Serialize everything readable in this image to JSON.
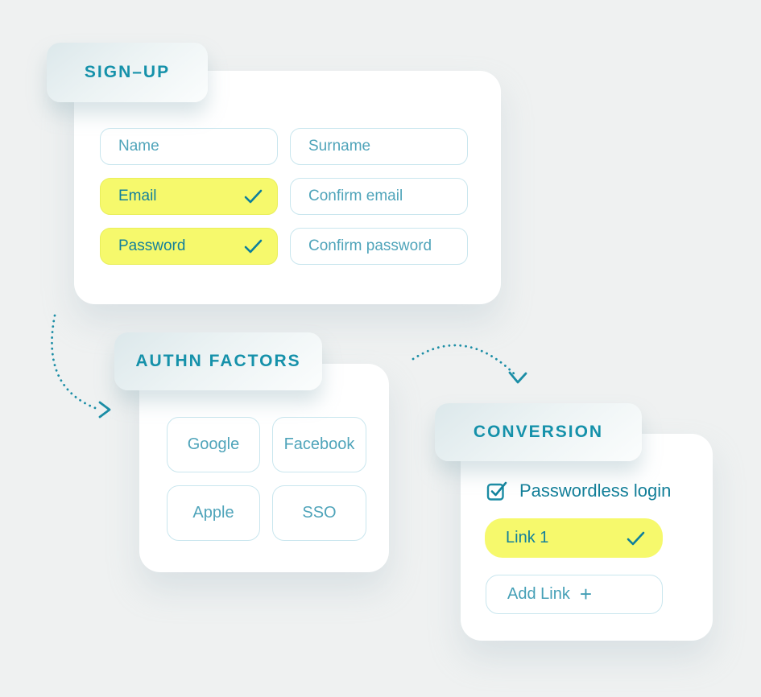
{
  "colors": {
    "accent_teal": "#1591AA",
    "text_teal_light": "#4FA4BA",
    "text_teal_dark": "#13809B",
    "highlight_yellow": "#F6F96C",
    "border_light_blue": "#C9E6EE",
    "background": "#EFF1F1",
    "card_white": "#FFFFFF"
  },
  "icons": {
    "checkmark": "✓",
    "plus": "+",
    "checkbox_checked": "☑"
  },
  "signup": {
    "title": "SIGN–UP",
    "fields": [
      {
        "label": "Name",
        "completed": false
      },
      {
        "label": "Surname",
        "completed": false
      },
      {
        "label": "Email",
        "completed": true
      },
      {
        "label": "Confirm email",
        "completed": false
      },
      {
        "label": "Password",
        "completed": true
      },
      {
        "label": "Confirm password",
        "completed": false
      }
    ]
  },
  "authn_factors": {
    "title": "AUTHN FACTORS",
    "providers": [
      {
        "label": "Google"
      },
      {
        "label": "Facebook"
      },
      {
        "label": "Apple"
      },
      {
        "label": "SSO"
      }
    ]
  },
  "conversion": {
    "title": "CONVERSION",
    "passwordless_label": "Passwordless login",
    "links": [
      {
        "label": "Link 1",
        "completed": true
      }
    ],
    "add_link_label": "Add Link"
  }
}
